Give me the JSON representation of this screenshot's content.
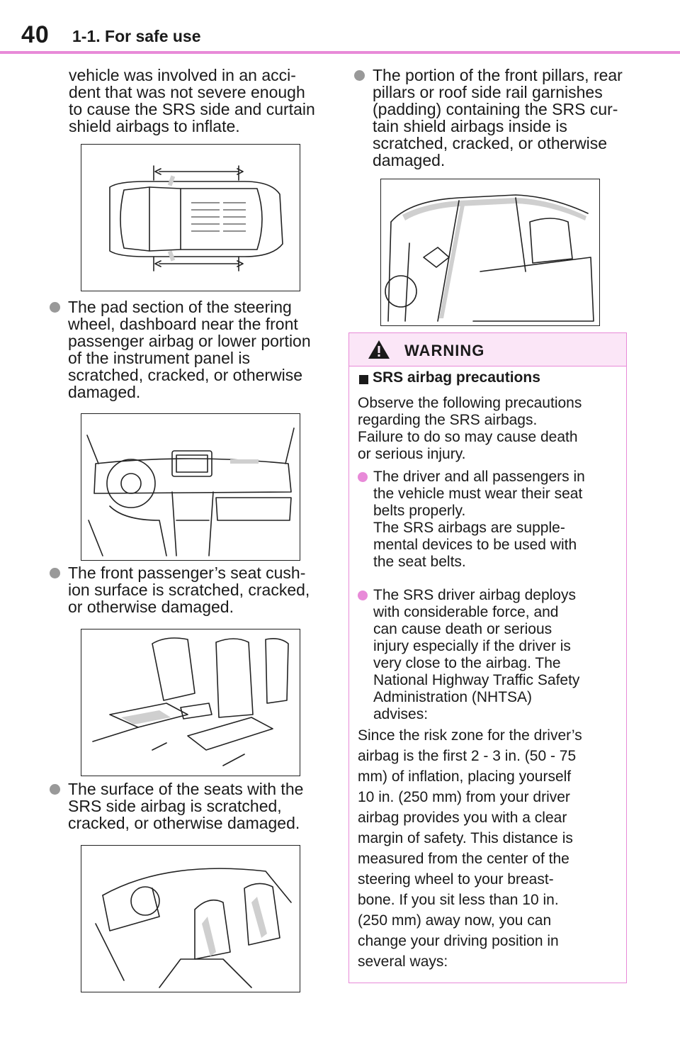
{
  "header": {
    "page_number": "40",
    "section_title": "1-1. For safe use"
  },
  "left_column": {
    "intro_text": "vehicle was involved in an acci-\ndent that was not severe enough\nto cause the SRS side and curtain\nshield airbags to inflate.",
    "bullets": [
      "The pad section of the steering\nwheel, dashboard near the front\npassenger airbag or lower portion\nof the instrument panel is\nscratched, cracked, or otherwise\ndamaged.",
      "The front passenger’s seat cush-\nion surface is scratched, cracked,\nor otherwise damaged.",
      "The surface of the seats with the\nSRS side airbag is scratched,\ncracked, or otherwise damaged."
    ]
  },
  "right_column": {
    "bullets": [
      "The portion of the front pillars, rear\npillars or roof side rail garnishes\n(padding) containing the SRS cur-\ntain shield airbags inside is\nscratched, cracked, or otherwise\ndamaged."
    ]
  },
  "warning": {
    "title": "WARNING",
    "subheading": "SRS airbag precautions",
    "intro": "Observe the following precautions\nregarding the SRS airbags.\nFailure to do so may cause death\nor serious injury.",
    "bullets": [
      "The driver and all passengers in\nthe vehicle must wear their seat\nbelts properly.\nThe SRS airbags are supple-\nmental devices to be used with\nthe seat belts.",
      "The SRS driver airbag deploys\nwith considerable force, and\ncan cause death or serious\ninjury especially if the driver is\nvery close to the airbag. The\nNational Highway Traffic Safety\nAdministration (NHTSA)\nadvises:"
    ],
    "closing": "Since the risk zone for the driver’s\nairbag is the first 2 - 3 in. (50 - 75\nmm) of inflation, placing yourself\n10 in. (250 mm) from your driver\nairbag provides you with a clear\nmargin of safety. This distance is\nmeasured from the center of the\nsteering wheel to your breast-\nbone. If you sit less than 10 in.\n(250 mm) away now, you can\nchange your driving position in\nseveral ways:"
  },
  "icons": {
    "warning": "warning-triangle-icon",
    "bullet": "bullet-dot-icon",
    "subheading": "square-marker-icon"
  },
  "colors": {
    "accent": "#e88ad8",
    "warning_header_bg": "#fbe6f7",
    "bullet_gray": "#999999"
  }
}
